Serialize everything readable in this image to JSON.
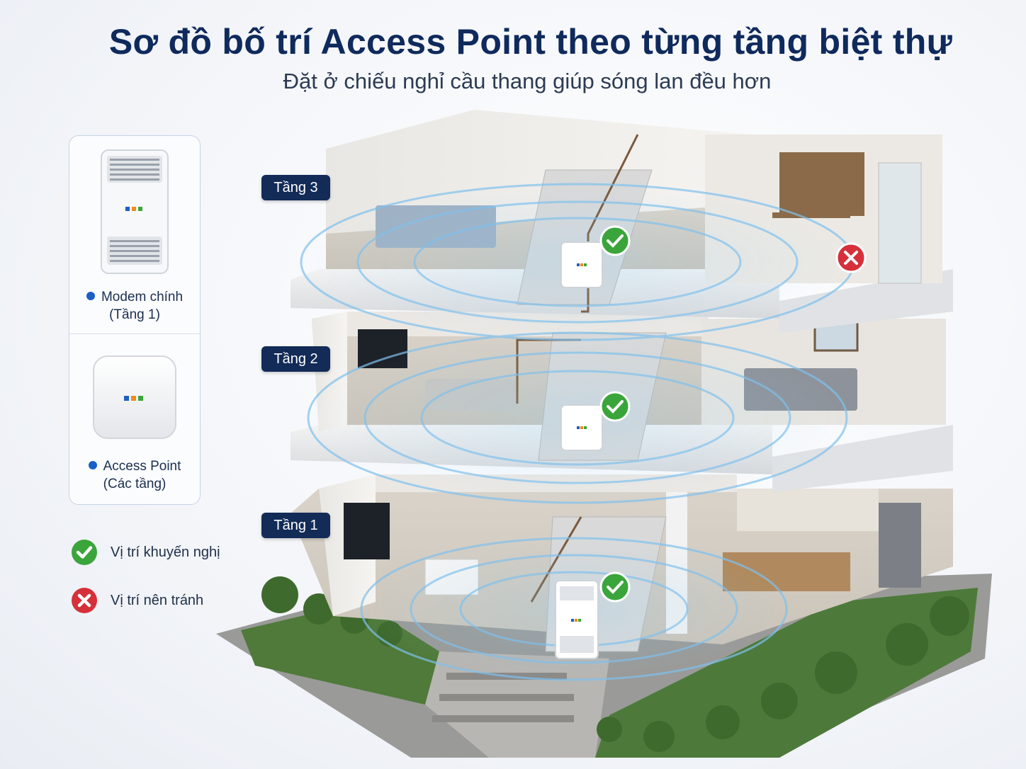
{
  "header": {
    "title": "Sơ đồ bố trí Access Point theo từng tầng biệt thự",
    "subtitle": "Đặt ở chiếu nghỉ cầu thang giúp sóng lan đều hơn"
  },
  "legend": {
    "modem_line1": "Modem chính",
    "modem_line2": "(Tầng 1)",
    "ap_line1": "Access Point",
    "ap_line2": "(Các tầng)",
    "recommended": "Vị trí khuyến nghị",
    "avoid": "Vị trí nên tránh"
  },
  "floors": {
    "f3": "Tầng 3",
    "f2": "Tầng 2",
    "f1": "Tầng 1"
  },
  "colors": {
    "title": "#0f2a5c",
    "tag_bg": "#122b57",
    "accent_blue": "#1760c8",
    "ok_green": "#3aa53a",
    "bad_red": "#d6303a",
    "wave": "#7fc1ee"
  },
  "icons": [
    "check-icon",
    "x-icon",
    "router-icon",
    "access-point-icon"
  ]
}
